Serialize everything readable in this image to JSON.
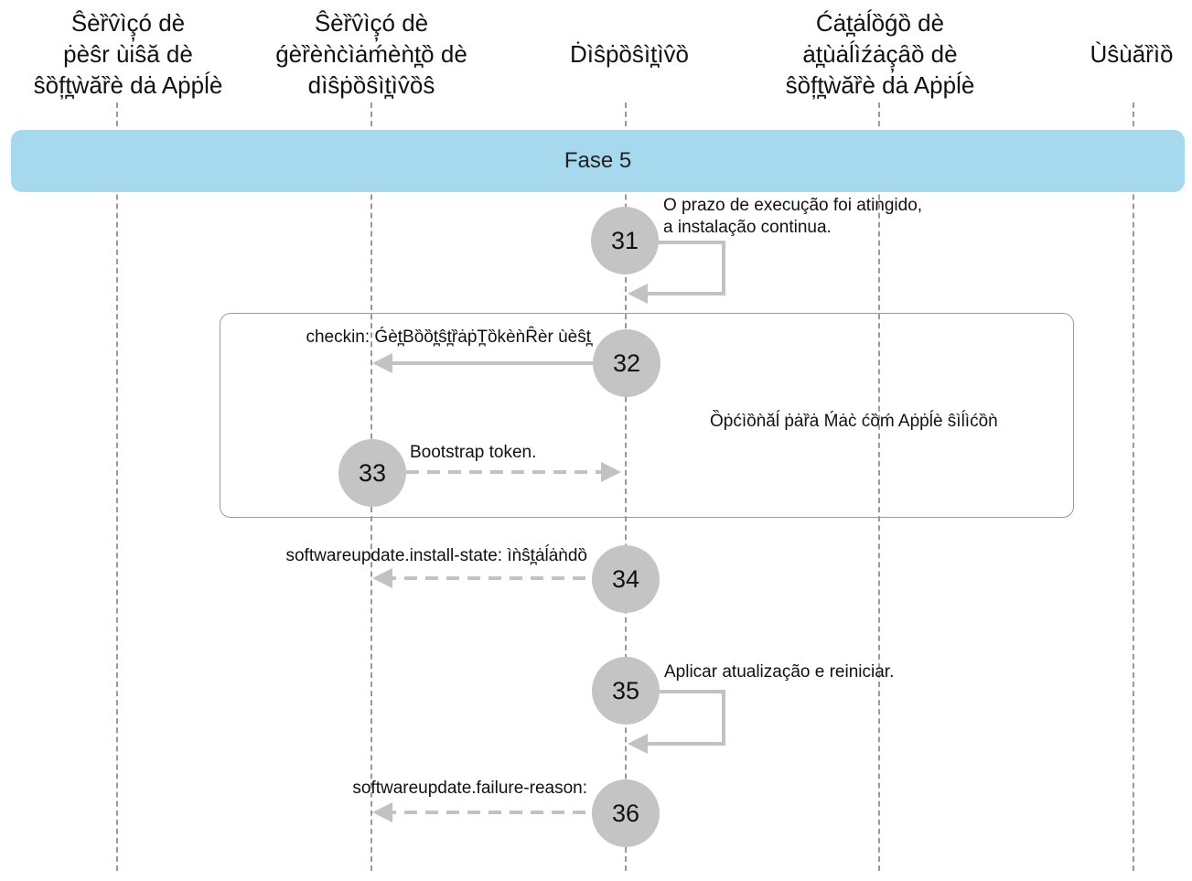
{
  "actors": [
    {
      "id": "apple-software-lookup",
      "title": "Ŝèȑv̂ìç̦ó dè\nṗèŝr ùiŝă dè\nŝȍf̦t̪ẁăȑè dȧ Aṗṗĺè"
    },
    {
      "id": "device-management",
      "title": "Ŝèȑv̂ìç̦ó dè\nǵèȑèǹc̀ìȧḿèǹt̪ȍ dè\ndìŝṗȍŝìt̪ìv̂ȍŝ"
    },
    {
      "id": "device",
      "title": "Ḋìŝṗȍŝìt̪ìv̂ȍ"
    },
    {
      "id": "apple-update-catalog",
      "title": "Ćȧt̪ȧĺȍǵȍ dè\nȧt̪ùȧĺìźȧç̦ȃȍ dè\nŝȍf̦t̪ẁăȑè dȧ Aṗṗĺè"
    },
    {
      "id": "user",
      "title": "Ùŝùăȑìȍ"
    }
  ],
  "phase": {
    "label": "Fase 5"
  },
  "optional_group": {
    "label": "Ȍṗćìȍǹăĺ ṗȧȑȧ Ḿȧc̀ ćȍḿ Aṗṗĺè ŝìĺìćȍǹ"
  },
  "steps": [
    {
      "number": "31",
      "label": "O prazo de execução foi atingido,\na instalação continua."
    },
    {
      "number": "32",
      "label": "checkin: Ǵèt̪Bȍȍt̪ŝt̪ȑȧṗT̪ȍkèǹȒèr ùèŝt̪"
    },
    {
      "number": "33",
      "label": "Bootstrap token."
    },
    {
      "number": "34",
      "label": "softwareupdate.install-state: ìǹŝt̪ȧĺȧǹdȍ"
    },
    {
      "number": "35",
      "label": "Aplicar atualização e reiniciar."
    },
    {
      "number": "36",
      "label": "softwareupdate.failure-reason:"
    }
  ],
  "colors": {
    "phase_band": "#a6d9ee",
    "step_circle": "#c4c4c4",
    "arrow": "#c2c2c2",
    "lifeline": "#9a9a9a",
    "group_border": "#9a9a9a"
  }
}
